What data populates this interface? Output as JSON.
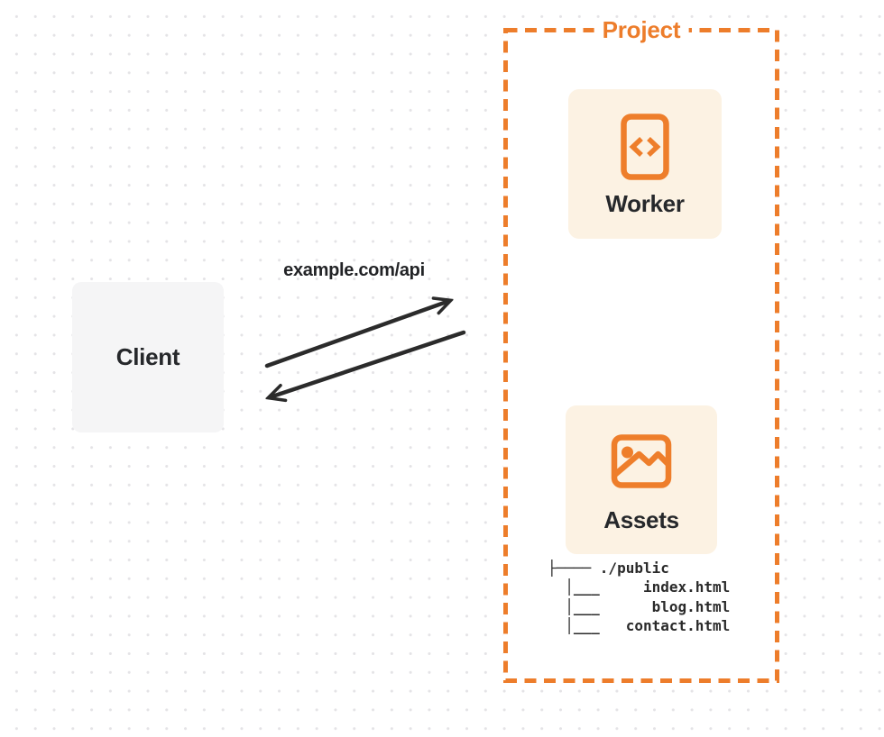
{
  "client": {
    "label": "Client"
  },
  "request": {
    "url_label": "example.com/api"
  },
  "arrows": {
    "request_direction": "client-to-project",
    "response_direction": "project-to-client",
    "color": "#2b2b2b"
  },
  "project": {
    "label": "Project",
    "accent_color": "#ed7d2b",
    "card_background": "#fcf2e3",
    "worker": {
      "label": "Worker",
      "icon": "code-document-icon"
    },
    "assets": {
      "label": "Assets",
      "icon": "image-icon",
      "file_tree": {
        "root": "./public",
        "files": [
          "index.html",
          "blog.html",
          "contact.html"
        ],
        "lines": [
          "├──── ./public",
          "  │___     index.html",
          "  │___      blog.html",
          "  │___   contact.html"
        ]
      }
    }
  }
}
